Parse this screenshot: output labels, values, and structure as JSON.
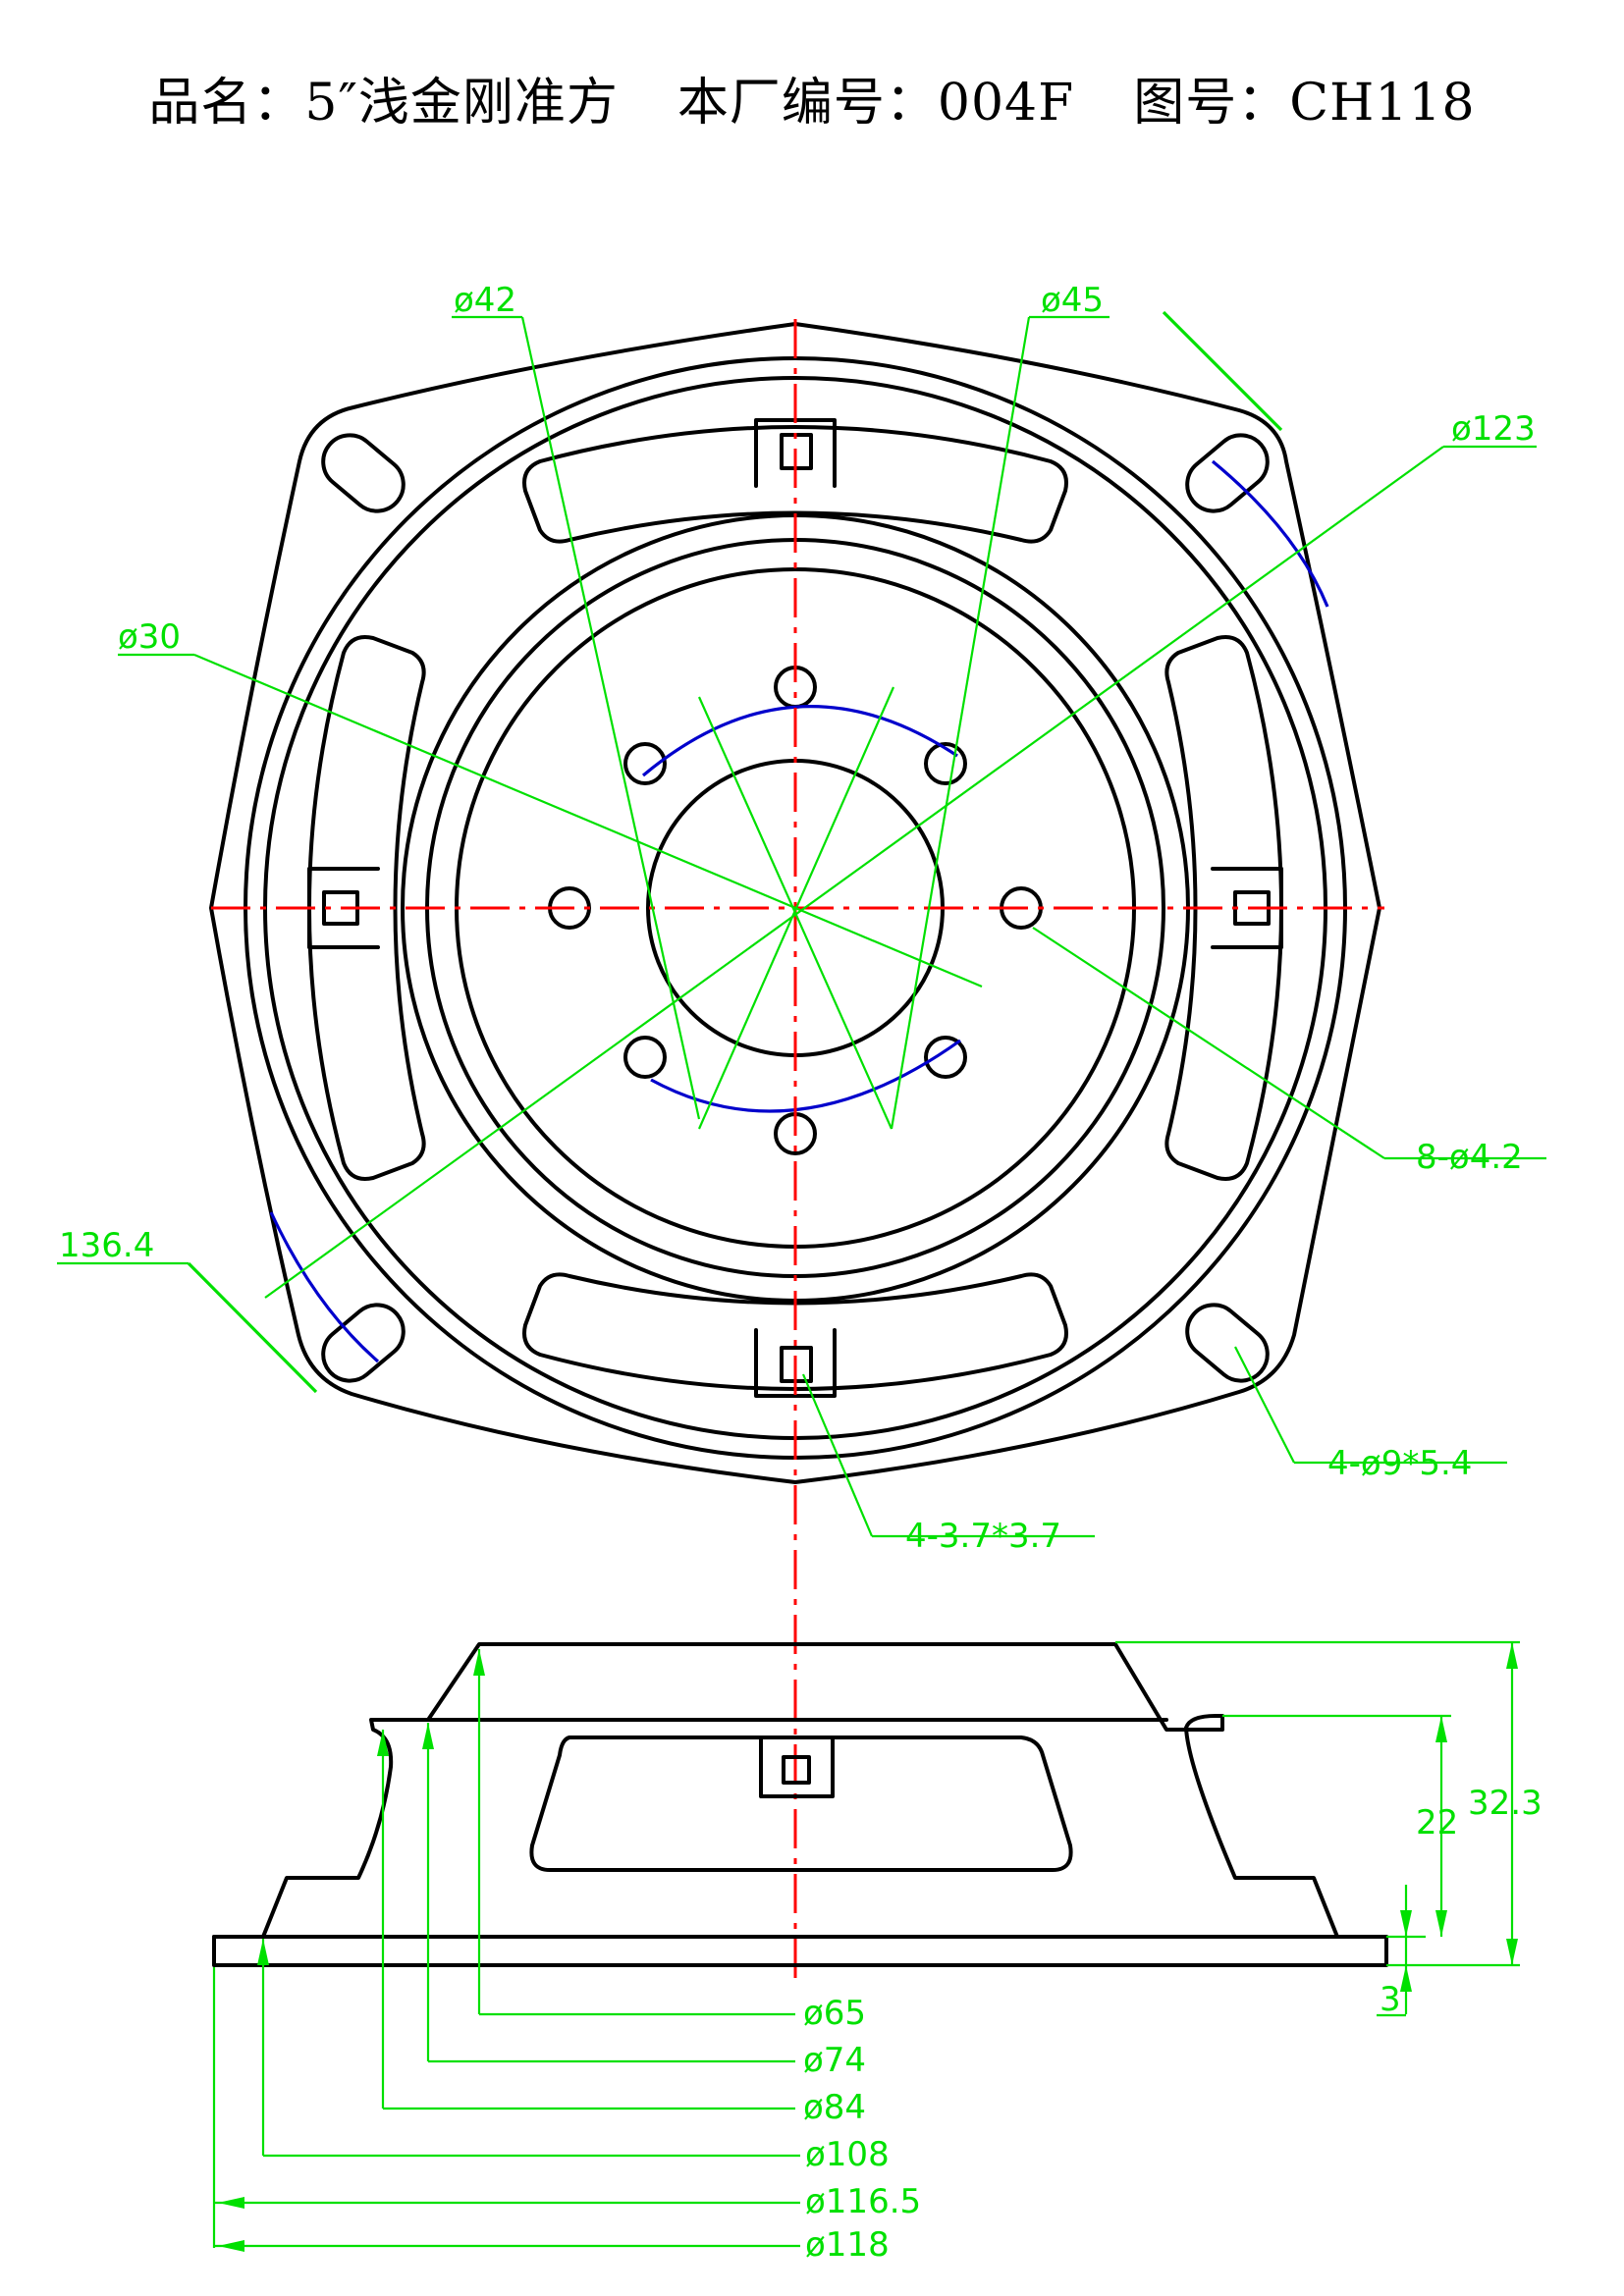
{
  "title": {
    "product_label": "品名：",
    "product_name": "5″浅金刚准方",
    "factory_label": "本厂编号：",
    "factory_no": "004F",
    "drawing_label": "图号：",
    "drawing_no": "CH118"
  },
  "top_view": {
    "dims": {
      "d42": "ø42",
      "d45": "ø45",
      "d123": "ø123",
      "d30": "ø30",
      "d136": "136.4",
      "holes8": "8-ø4.2",
      "holes4": "4-ø9*5.4",
      "slots4": "4-3.7*3.7"
    }
  },
  "side_view": {
    "dims": {
      "h22": "22",
      "h323": "32.3",
      "h3": "3",
      "d65": "ø65",
      "d74": "ø74",
      "d84": "ø84",
      "d108": "ø108",
      "d1165": "ø116.5",
      "d118": "ø118"
    }
  },
  "colors": {
    "outline": "#000000",
    "dimension": "#00e000",
    "centerline": "#ff0000",
    "arc": "#0000cc"
  }
}
